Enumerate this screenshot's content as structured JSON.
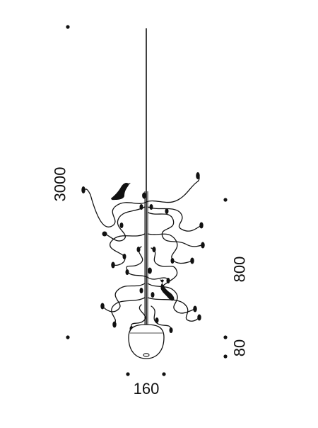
{
  "product": {
    "name": "",
    "subtitle": ""
  },
  "dimensions": {
    "overall_height": "3000",
    "fixture_height": "800",
    "shade_height": "80",
    "shade_width": "160"
  },
  "colors": {
    "line": "#111111",
    "background": "#ffffff"
  }
}
